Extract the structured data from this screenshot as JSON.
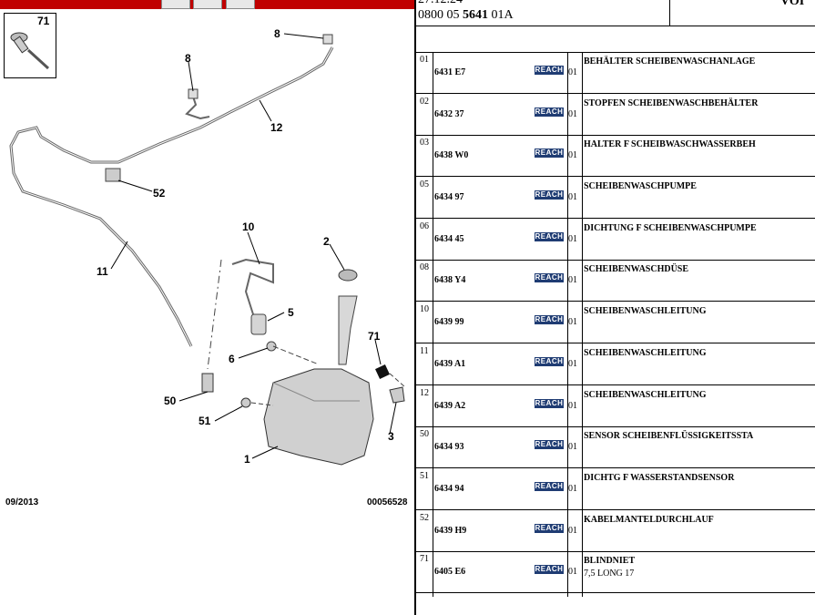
{
  "diagram": {
    "inset_number": "71",
    "callouts": [
      {
        "id": "c8a",
        "text": "8"
      },
      {
        "id": "c8b",
        "text": "8"
      },
      {
        "id": "c12",
        "text": "12"
      },
      {
        "id": "c52",
        "text": "52"
      },
      {
        "id": "c10",
        "text": "10"
      },
      {
        "id": "c11",
        "text": "11"
      },
      {
        "id": "c2",
        "text": "2"
      },
      {
        "id": "c5",
        "text": "5"
      },
      {
        "id": "c6",
        "text": "6"
      },
      {
        "id": "c71",
        "text": "71"
      },
      {
        "id": "c50",
        "text": "50"
      },
      {
        "id": "c51",
        "text": "51"
      },
      {
        "id": "c3",
        "text": "3"
      },
      {
        "id": "c1",
        "text": "1"
      }
    ],
    "footer_date": "09/2013",
    "footer_ref": "00056528"
  },
  "header": {
    "date": "27.12.24",
    "ref_prefix": "0800 05 ",
    "ref_bold": "5641",
    "ref_suffix": " 01A",
    "right_label": "VOI"
  },
  "parts": [
    {
      "num": "01",
      "part": "6431 E7",
      "reach": "REACH",
      "qty": "01",
      "desc": "BEHÄLTER SCHEIBENWASCHANLAGE",
      "sub": ""
    },
    {
      "num": "02",
      "part": "6432 37",
      "reach": "REACH",
      "qty": "01",
      "desc": "STOPFEN SCHEIBENWASCHBEHÄLTER",
      "sub": ""
    },
    {
      "num": "03",
      "part": "6438 W0",
      "reach": "REACH",
      "qty": "01",
      "desc": "HALTER F SCHEIBWASCHWASSERBEH",
      "sub": ""
    },
    {
      "num": "05",
      "part": "6434 97",
      "reach": "REACH",
      "qty": "01",
      "desc": "SCHEIBENWASCHPUMPE",
      "sub": ""
    },
    {
      "num": "06",
      "part": "6434 45",
      "reach": "REACH",
      "qty": "01",
      "desc": "DICHTUNG F SCHEIBENWASCHPUMPE",
      "sub": ""
    },
    {
      "num": "08",
      "part": "6438 Y4",
      "reach": "REACH",
      "qty": "01",
      "desc": "SCHEIBENWASCHDÜSE",
      "sub": ""
    },
    {
      "num": "10",
      "part": "6439 99",
      "reach": "REACH",
      "qty": "01",
      "desc": "SCHEIBENWASCHLEITUNG",
      "sub": ""
    },
    {
      "num": "11",
      "part": "6439 A1",
      "reach": "REACH",
      "qty": "01",
      "desc": "SCHEIBENWASCHLEITUNG",
      "sub": ""
    },
    {
      "num": "12",
      "part": "6439 A2",
      "reach": "REACH",
      "qty": "01",
      "desc": "SCHEIBENWASCHLEITUNG",
      "sub": ""
    },
    {
      "num": "50",
      "part": "6434 93",
      "reach": "REACH",
      "qty": "01",
      "desc": "SENSOR SCHEIBENFLÜSSIGKEITSSTA",
      "sub": ""
    },
    {
      "num": "51",
      "part": "6434 94",
      "reach": "REACH",
      "qty": "01",
      "desc": "DICHTG F WASSERSTANDSENSOR",
      "sub": ""
    },
    {
      "num": "52",
      "part": "6439 H9",
      "reach": "REACH",
      "qty": "01",
      "desc": "KABELMANTELDURCHLAUF",
      "sub": ""
    },
    {
      "num": "71",
      "part": "6405 E6",
      "reach": "REACH",
      "qty": "01",
      "desc": "BLINDNIET",
      "sub": "7,5 LONG 17"
    }
  ]
}
